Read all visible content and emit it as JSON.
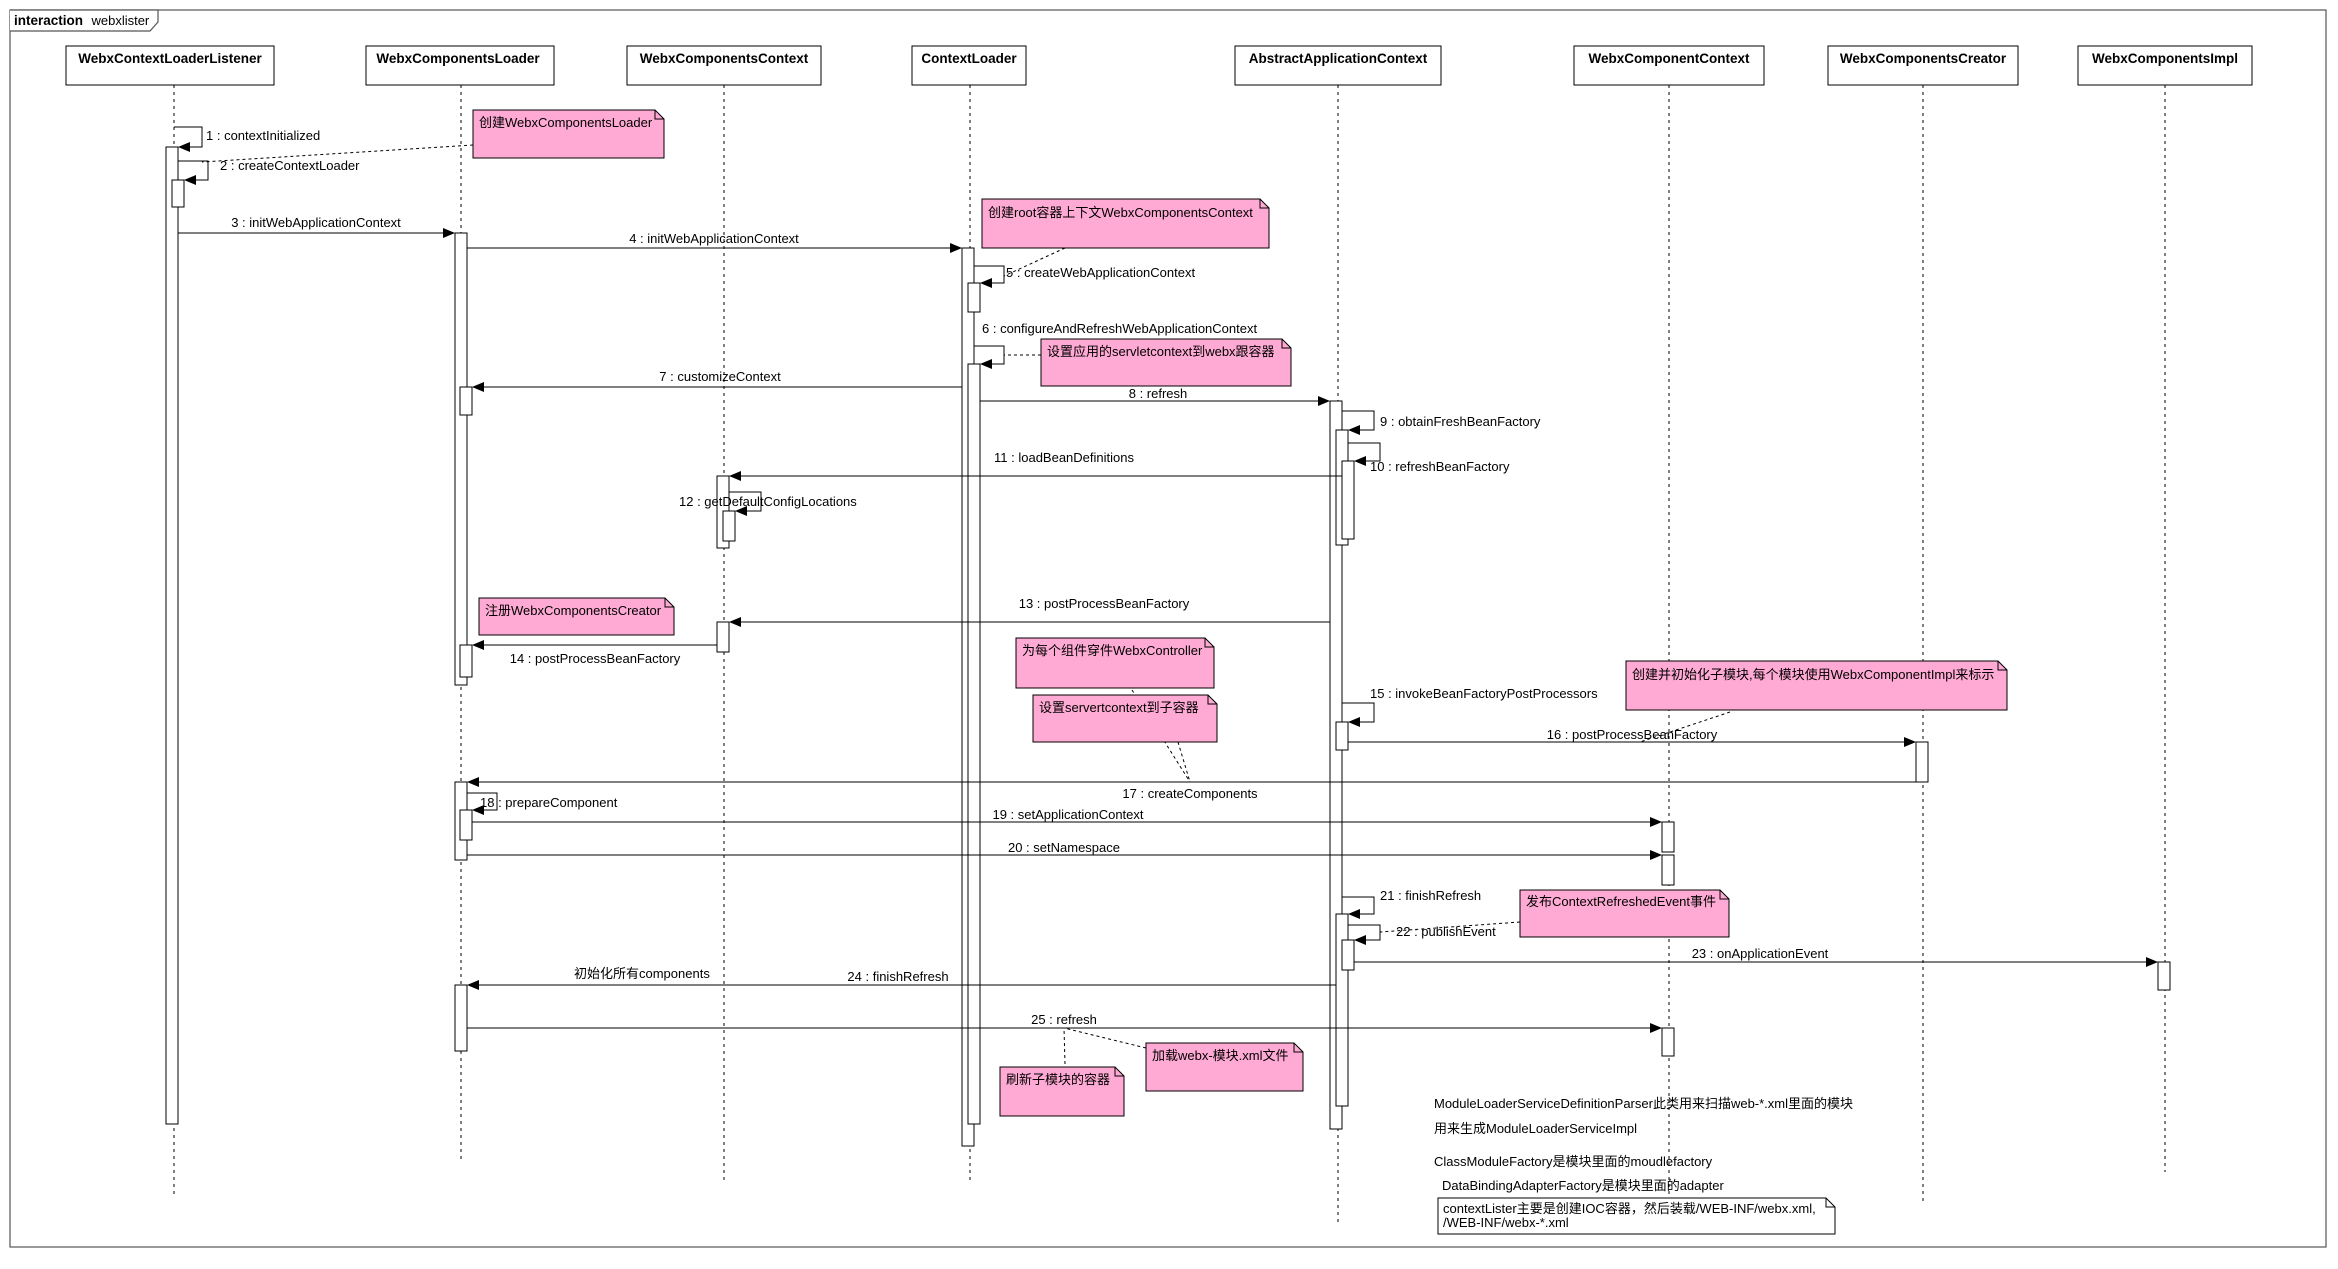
{
  "frame": {
    "keyword": "interaction",
    "name": "webxlister"
  },
  "lifelines": [
    {
      "name": "WebxContextLoaderListener"
    },
    {
      "name": "WebxComponentsLoader"
    },
    {
      "name": "WebxComponentsContext"
    },
    {
      "name": "ContextLoader"
    },
    {
      "name": "AbstractApplicationContext"
    },
    {
      "name": "WebxComponentContext"
    },
    {
      "name": "WebxComponentsCreator"
    },
    {
      "name": "WebxComponentsImpl"
    }
  ],
  "messages": [
    {
      "label": "1 : contextInitialized"
    },
    {
      "label": "2 : createContextLoader"
    },
    {
      "label": "3 : initWebApplicationContext"
    },
    {
      "label": "4 : initWebApplicationContext"
    },
    {
      "label": "5 : createWebApplicationContext"
    },
    {
      "label": "6 : configureAndRefreshWebApplicationContext"
    },
    {
      "label": "7 : customizeContext"
    },
    {
      "label": "8 : refresh"
    },
    {
      "label": "9 : obtainFreshBeanFactory"
    },
    {
      "label": "10 : refreshBeanFactory"
    },
    {
      "label": "11 : loadBeanDefinitions"
    },
    {
      "label": "12 : getDefaultConfigLocations"
    },
    {
      "label": "13 : postProcessBeanFactory"
    },
    {
      "label": "14 : postProcessBeanFactory"
    },
    {
      "label": "15 : invokeBeanFactoryPostProcessors"
    },
    {
      "label": "16 : postProcessBeanFactory"
    },
    {
      "label": "17 : createComponents"
    },
    {
      "label": "18 : prepareComponent"
    },
    {
      "label": "19 : setApplicationContext"
    },
    {
      "label": "20 : setNamespace"
    },
    {
      "label": "21 : finishRefresh"
    },
    {
      "label": "22 : publishEvent"
    },
    {
      "label": "23 : onApplicationEvent"
    },
    {
      "label": "24 : finishRefresh"
    },
    {
      "label": "25 : refresh"
    }
  ],
  "notes": [
    {
      "text": "创建WebxComponentsLoader"
    },
    {
      "text": "创建root容器上下文WebxComponentsContext"
    },
    {
      "text": "设置应用的servletcontext到webx跟容器"
    },
    {
      "text": "注册WebxComponentsCreator"
    },
    {
      "text": "为每个组件穿件WebxController"
    },
    {
      "text": "设置servertcontext到子容器"
    },
    {
      "text": "创建并初始化子模块,每个模块使用WebxComponentImpl来标示"
    },
    {
      "text": "发布ContextRefreshedEvent事件"
    },
    {
      "text": "刷新子模块的容器"
    },
    {
      "text": "加载webx-模块.xml文件"
    }
  ],
  "free_text": {
    "init_components": "初始化所有components",
    "parser_line1": "ModuleLoaderServiceDefinitionParser此类用来扫描web-*.xml里面的模块",
    "parser_line2": "用来生成ModuleLoaderServiceImpl",
    "class_module": "ClassModuleFactory是模块里面的moudlefactory",
    "databinding": "DataBindingAdapterFactory是模块里面的adapter"
  },
  "bottom_note": {
    "line1": "contextLister主要是创建IOC容器，然后装载/WEB-INF/webx.xml,",
    "line2": "/WEB-INF/webx-*.xml"
  },
  "colors": {
    "note_fill": "#ffaad4",
    "stroke": "#000000",
    "background": "#ffffff"
  }
}
